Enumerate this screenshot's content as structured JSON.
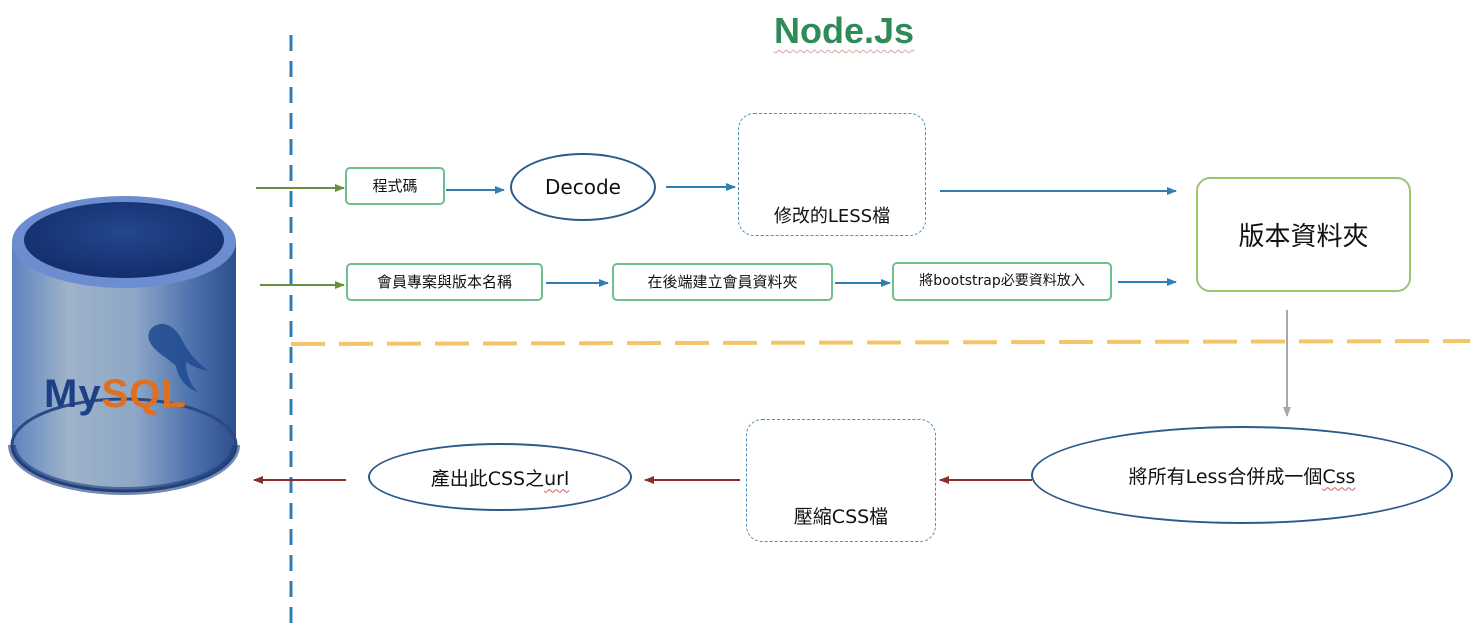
{
  "title": "Node.Js",
  "database": {
    "logo_text_my": "My",
    "logo_text_sql": "SQL",
    "icon": "mysql-database-icon"
  },
  "top_row1": {
    "code_box": "程式碼",
    "decode_ellipse": "Decode",
    "less_doc_label": "修改的LESS檔"
  },
  "top_row2": {
    "project_box": "會員專案與版本名稱",
    "create_folder_box": "在後端建立會員資料夾",
    "bootstrap_box": "將bootstrap必要資料放入"
  },
  "version_folder": "版本資料夾",
  "bottom_row": {
    "merge_ellipse_prefix": "將所有Less合併成一個",
    "merge_ellipse_suffix": "Css",
    "compress_doc_label": "壓縮CSS檔",
    "output_ellipse_prefix": "產出此CSS之",
    "output_ellipse_suffix": "url"
  },
  "colors": {
    "blue_arrow": "#2f7fb5",
    "green_arrow": "#6b8f3a",
    "red_arrow": "#8b2e2a",
    "gray_arrow": "#a8a8a8",
    "vertical_dash": "#2f7fb5",
    "horizontal_dash": "#f5c469",
    "title": "#2e8b57"
  }
}
